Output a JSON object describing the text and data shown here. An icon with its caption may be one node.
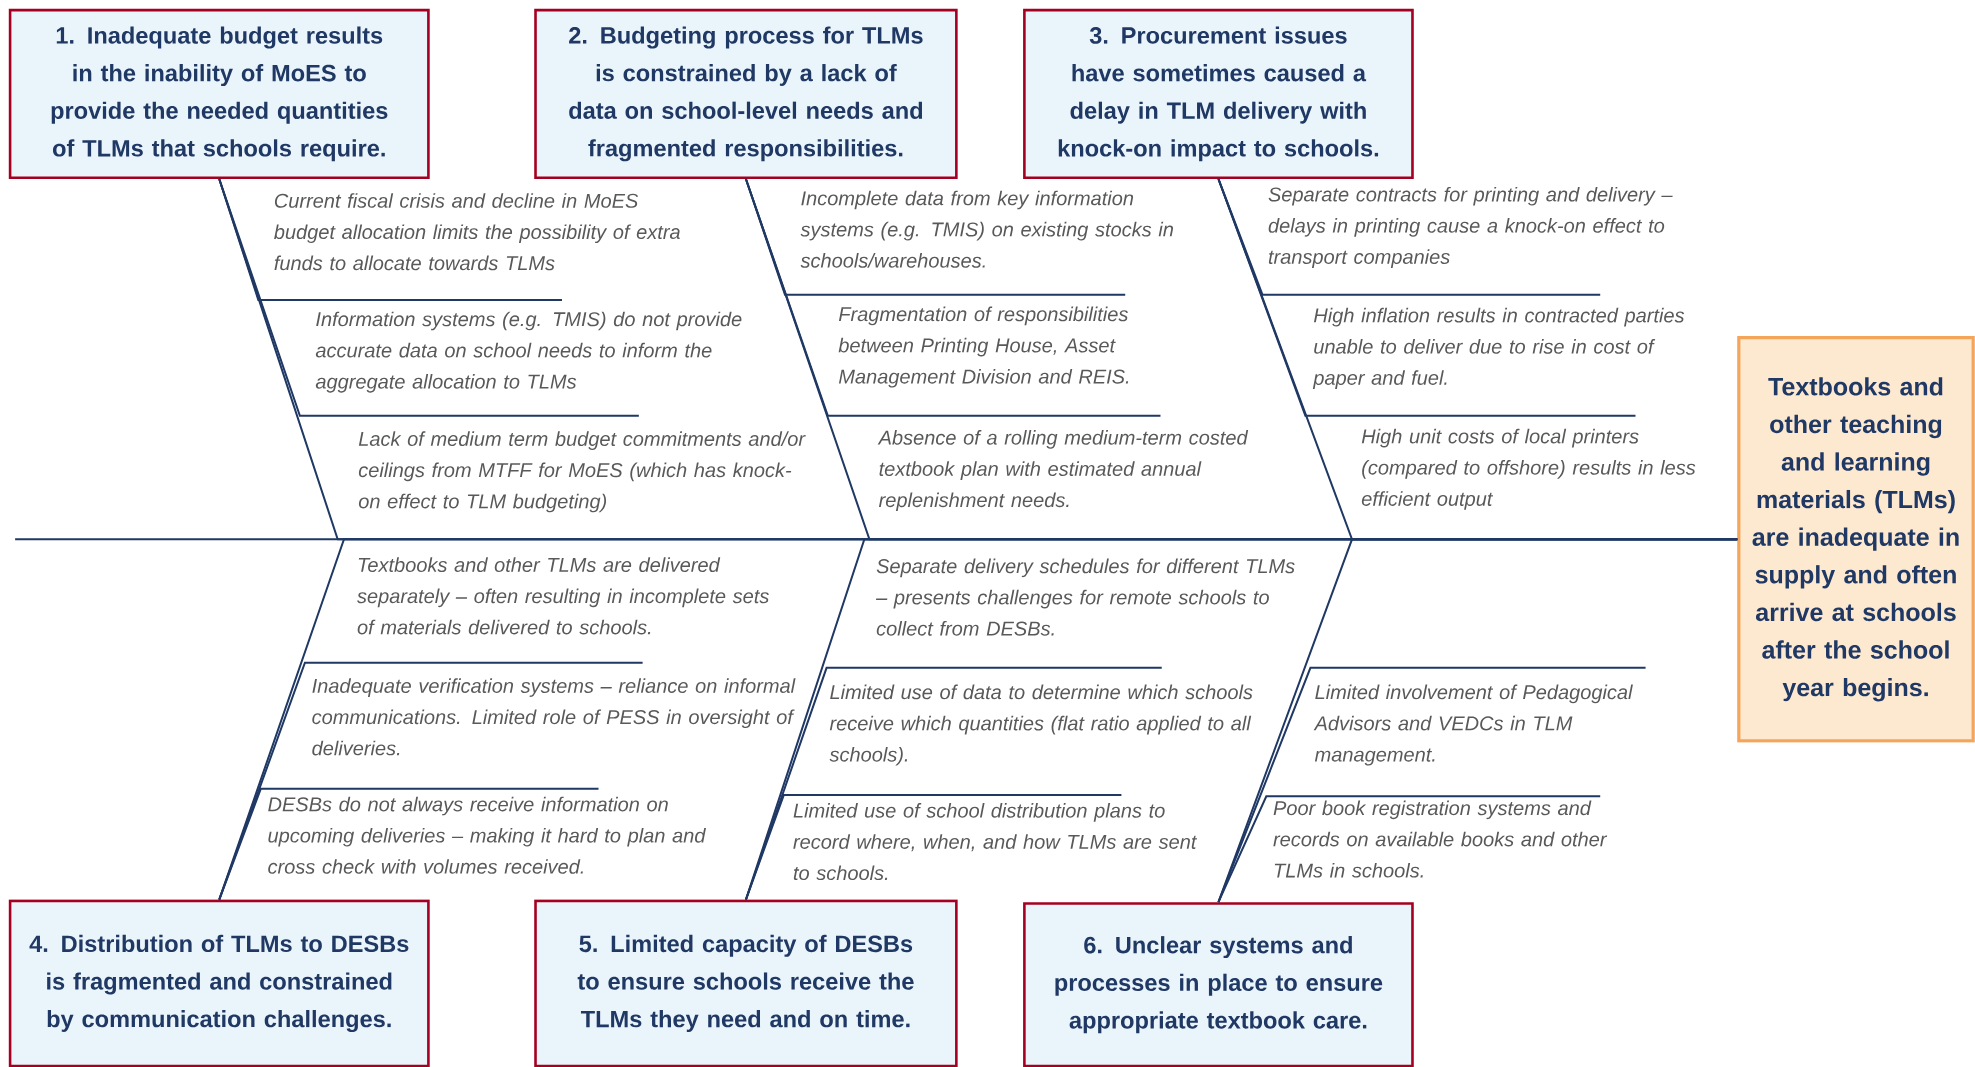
{
  "diagram": {
    "nodes": [
      {
        "text": [
          "1. Inadequate budget results in the inability of MoES to provide the needed quantities of TLMs that schools require."
        ]
      },
      {
        "text": [
          "2. Budgeting process for TLMs is constrained by a lack of data on school-level needs and fragmented responsibilities."
        ]
      },
      {
        "text": [
          "3. Procurement issues have sometimes caused a delay in TLM delivery with knock-on impact to schools."
        ]
      },
      {
        "text": [
          "4. Distribution of TLMs to DESBs is fragmented and constrained by communication challenges."
        ]
      },
      {
        "text": [
          "5. Limited capacity of DESBs to ensure schools receive the TLMs they need and on time."
        ]
      },
      {
        "text": [
          "6. Unclear systems and processes in place to ensure appropriate textbook care."
        ]
      },
      {
        "text": [
          "Textbooks and other teaching and learning materials (TLMs) are inadequate in supply and often arrive at schools after the school year begins."
        ]
      },
      {
        "text": [
          "Current fiscal crisis and decline in MoES budget allocation limits the possibility of extra funds to allocate towards TLMs"
        ]
      },
      {
        "text": [
          "Information systems (e.g. TMIS) do not provide accurate data on school needs to inform the aggregate allocation to TLMs"
        ]
      },
      {
        "text": [
          "Lack of medium term budget commitments and/or ceilings from MTFF for MoES (which has knock-on effect to TLM budgeting)"
        ]
      },
      {
        "text": [
          "Incomplete data from key information systems (e.g. TMIS) on existing stocks in schools/warehouses."
        ]
      },
      {
        "text": [
          "Fragmentation of responsibilities between Printing House, Asset Management Division and REIS."
        ]
      },
      {
        "text": [
          "Absence of a rolling medium-term costed textbook plan with estimated annual replenishment needs."
        ]
      },
      {
        "text": [
          "Separate contracts for printing and delivery – delays in printing cause a knock-on effect to transport companies"
        ]
      },
      {
        "text": [
          "High inflation results in contracted parties unable to deliver due to rise in cost of paper and fuel."
        ]
      },
      {
        "text": [
          "High unit costs of local printers (compared to offshore) results in less efficient output"
        ]
      },
      {
        "text": [
          "Textbooks and other TLMs are delivered separately – often resulting in incomplete sets of materials delivered to schools."
        ]
      },
      {
        "text": [
          "Inadequate verification systems – reliance on informal communications. Limited role of PESS in oversight of deliveries."
        ]
      },
      {
        "text": [
          "DESBs do not always receive information on upcoming deliveries – making it hard to plan and cross check with volumes received."
        ]
      },
      {
        "text": [
          "Separate delivery schedules for different TLMs – presents challenges for remote schools to collect from DESBs."
        ]
      },
      {
        "text": [
          "Limited use of data to determine which schools receive which quantities (flat ratio applied to all schools)."
        ]
      },
      {
        "text": [
          "Limited use of school distribution plans to record where, when, and how TLMs are sent to schools."
        ]
      },
      {
        "text": [
          "Limited involvement of Pedagogical Advisors and VEDCs in TLM management."
        ]
      },
      {
        "text": [
          "Poor book registration systems and records on available books and other TLMs in schools."
        ]
      }
    ],
    "edges": [
      {
        "from": 0,
        "to": 6,
        "arrow": "none"
      },
      {
        "from": 1,
        "to": 6,
        "arrow": "none"
      },
      {
        "from": 2,
        "to": 6,
        "arrow": "none"
      },
      {
        "from": 3,
        "to": 6,
        "arrow": "none"
      },
      {
        "from": 4,
        "to": 6,
        "arrow": "none"
      },
      {
        "from": 5,
        "to": 6,
        "arrow": "none"
      },
      {
        "from": null,
        "to": 6,
        "arrow": "none"
      },
      {
        "from": 7,
        "to": 0,
        "arrow": "none"
      },
      {
        "from": 8,
        "to": 0,
        "arrow": "none"
      },
      {
        "from": 10,
        "to": 1,
        "arrow": "none"
      },
      {
        "from": 11,
        "to": 1,
        "arrow": "none"
      },
      {
        "from": 13,
        "to": 2,
        "arrow": "none"
      },
      {
        "from": 14,
        "to": 2,
        "arrow": "none"
      },
      {
        "from": 17,
        "to": 3,
        "arrow": "none"
      },
      {
        "from": 18,
        "to": 3,
        "arrow": "none"
      },
      {
        "from": 20,
        "to": 4,
        "arrow": "none"
      },
      {
        "from": 21,
        "to": 4,
        "arrow": "none"
      },
      {
        "from": 22,
        "to": 5,
        "arrow": "none"
      },
      {
        "from": 23,
        "to": 5,
        "arrow": "none"
      }
    ]
  }
}
